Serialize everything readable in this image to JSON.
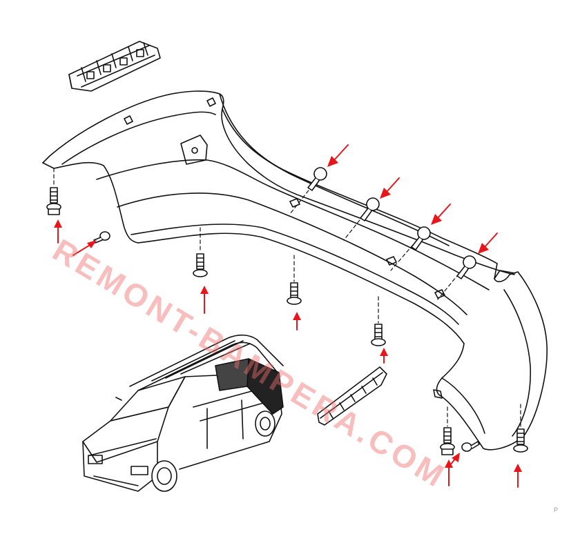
{
  "watermark": {
    "text": "REMONT-BAMPERA.COM",
    "color": "#f06e6e"
  },
  "colors": {
    "line": "#111111",
    "arrow": "#e8161b",
    "background": "#ffffff"
  },
  "corner_mark": "P",
  "parts": {
    "bumper": "rear-bumper",
    "left_bracket": "left-bumper-bracket",
    "right_bracket": "right-bumper-bracket",
    "vehicle": "vehicle-location-inset",
    "fasteners": "bolts-and-screws",
    "arrows": "fastener-pointer-arrows"
  }
}
